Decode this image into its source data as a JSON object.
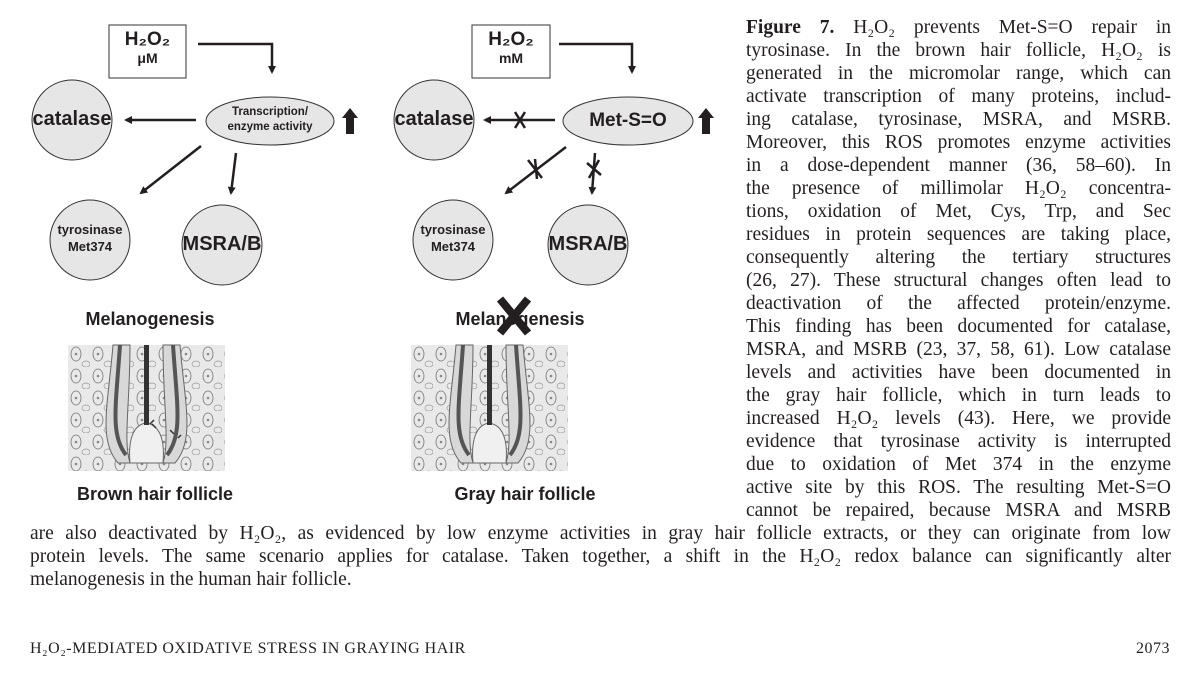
{
  "figure": {
    "left_panel": {
      "source_line1": "H₂O₂",
      "source_line2": "μM",
      "center_node": [
        "Transcription/",
        "enzyme activity"
      ],
      "catalase": "catalase",
      "tyrosinase": [
        "tyrosinase",
        "Met374"
      ],
      "msra": "MSRA/B",
      "process": "Melanogenesis",
      "caption": "Brown hair follicle"
    },
    "right_panel": {
      "source_line1": "H₂O₂",
      "source_line2": "mM",
      "center_node": "Met-S=O",
      "catalase": "catalase",
      "tyrosinase": [
        "tyrosinase",
        "Met374"
      ],
      "msra": "MSRA/B",
      "process": "Melanogenesis",
      "caption": "Gray hair follicle"
    }
  },
  "caption": {
    "label": "Figure 7.",
    "column_lines": [
      " H₂O₂ prevents Met-S=O repair in",
      "tyrosinase. In the brown hair follicle, H₂O₂ is",
      "generated in the micromolar range, which can",
      "activate transcription of many proteins, includ-",
      "ing catalase, tyrosinase, MSRA, and MSRB.",
      "Moreover, this ROS promotes enzyme activities",
      "in a dose-dependent manner (36, 58–60). In",
      "the presence of millimolar H₂O₂ concentra-",
      "tions, oxidation of Met, Cys, Trp, and Sec",
      "residues in protein sequences are taking place,",
      "consequently altering the tertiary structures",
      "(26, 27). These structural changes often lead to",
      "deactivation of the affected protein/enzyme.",
      "This finding has been documented for catalase,",
      "MSRA, and MSRB (23, 37, 58, 61). Low catalase",
      "levels and activities have been documented in",
      "the gray hair follicle, which in turn leads to",
      "increased H₂O₂ levels (43). Here, we provide",
      "evidence that tyrosinase activity is interrupted",
      "due to oxidation of Met 374 in the enzyme",
      "active site by this ROS. The resulting Met-S=O",
      "cannot be repaired, because MSRA and MSRB"
    ],
    "full_lines": [
      "are also deactivated by H₂O₂, as evidenced by low enzyme activities in gray hair follicle extracts, or they can originate from low",
      "protein levels. The same scenario applies for catalase. Taken together, a shift in the H₂O₂ redox balance can significantly alter",
      "melanogenesis in the human hair follicle."
    ]
  },
  "footer": {
    "running_title": "H₂O₂-MEDIATED OXIDATIVE STRESS IN GRAYING HAIR",
    "page_number": "2073"
  }
}
